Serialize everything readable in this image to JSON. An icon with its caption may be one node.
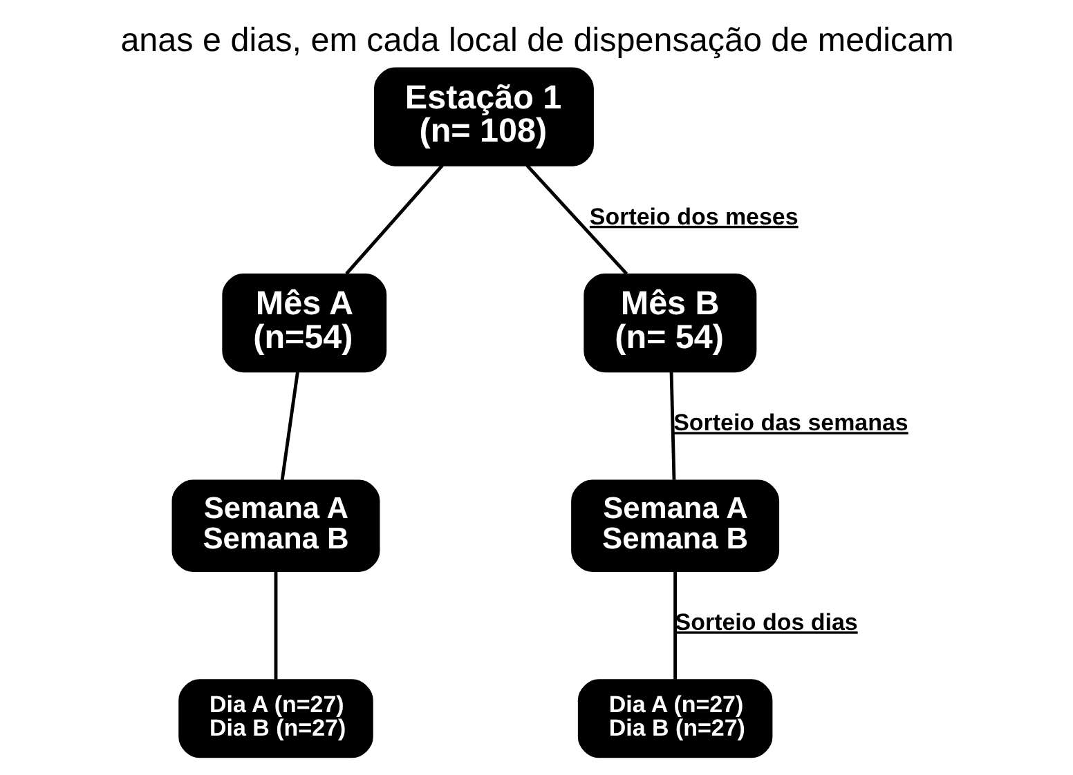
{
  "diagram": {
    "caption": "anas e dias, em cada local de dispensação de medicam",
    "nodes": [
      {
        "text": [
          "Estação 1",
          "(n= 108)"
        ]
      },
      {
        "text": [
          "Mês A",
          "(n=54)"
        ]
      },
      {
        "text": [
          "Mês B",
          "(n= 54)"
        ]
      },
      {
        "text": [
          "Semana A",
          "Semana B"
        ]
      },
      {
        "text": [
          "Semana A",
          "Semana B"
        ]
      },
      {
        "text": [
          "Dia A (n=27)",
          "Dia B (n=27)"
        ]
      },
      {
        "text": [
          "Dia A (n=27)",
          "Dia B (n=27)"
        ]
      }
    ],
    "edges": [
      {
        "from": 0,
        "to": 1,
        "arrow": "none"
      },
      {
        "from": 0,
        "to": 2,
        "arrow": "none",
        "label": "Sorteio dos meses"
      },
      {
        "from": 1,
        "to": 3,
        "arrow": "none"
      },
      {
        "from": 2,
        "to": 4,
        "arrow": "none",
        "label": "Sorteio das semanas"
      },
      {
        "from": 3,
        "to": 5,
        "arrow": "none"
      },
      {
        "from": 4,
        "to": 6,
        "arrow": "none",
        "label": "Sorteio dos dias"
      }
    ]
  }
}
